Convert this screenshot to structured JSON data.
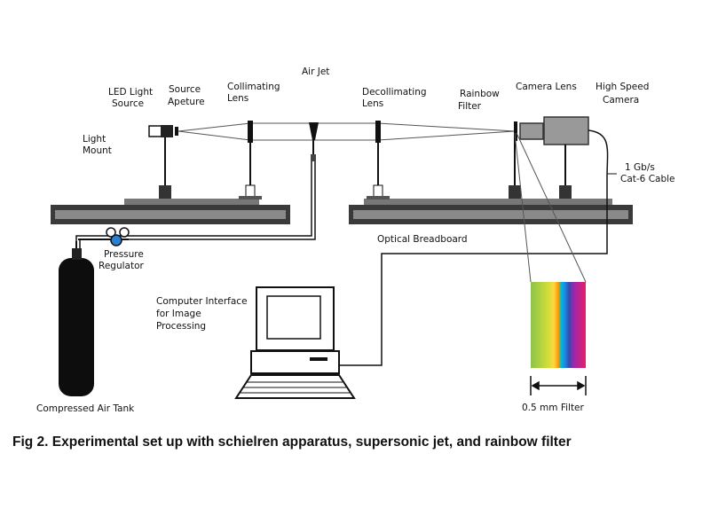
{
  "labels": {
    "led_light_source": [
      "LED Light",
      "Source"
    ],
    "source_aperture": [
      "Source",
      "Apeture"
    ],
    "collimating_lens": [
      "Collimating",
      "Lens"
    ],
    "air_jet": [
      "Air Jet"
    ],
    "decollimating_lens": [
      "Decollimating",
      "Lens"
    ],
    "rainbow_filter": [
      "Rainbow",
      "Filter"
    ],
    "camera_lens": [
      "Camera Lens"
    ],
    "high_speed_camera": [
      "High Speed",
      "Camera"
    ],
    "light_mount": [
      "Light",
      "Mount"
    ],
    "cable": [
      "1 Gb/s",
      "Cat-6  Cable"
    ],
    "optical_breadboard": [
      "Optical Breadboard"
    ],
    "pressure_regulator": [
      "Pressure",
      "Regulator"
    ],
    "computer_interface": [
      "Computer Interface",
      "for Image",
      "Processing"
    ],
    "compressed_air_tank": [
      "Compressed Air Tank"
    ],
    "filter_width": [
      "0.5 mm Filter"
    ]
  },
  "caption": "Fig 2. Experimental set up with schielren apparatus, supersonic jet, and rainbow filter",
  "colors": {
    "line": "#111111",
    "breadboard_outer": "#3a3a3a",
    "breadboard_inner": "#8a8a8a",
    "regulator_gauge": "#2a7fd0",
    "rainbow": [
      "#8bc34a",
      "#cddc39",
      "#ffeb3b",
      "#ff9800",
      "#1e88e5",
      "#3949ab",
      "#e91e63"
    ]
  }
}
